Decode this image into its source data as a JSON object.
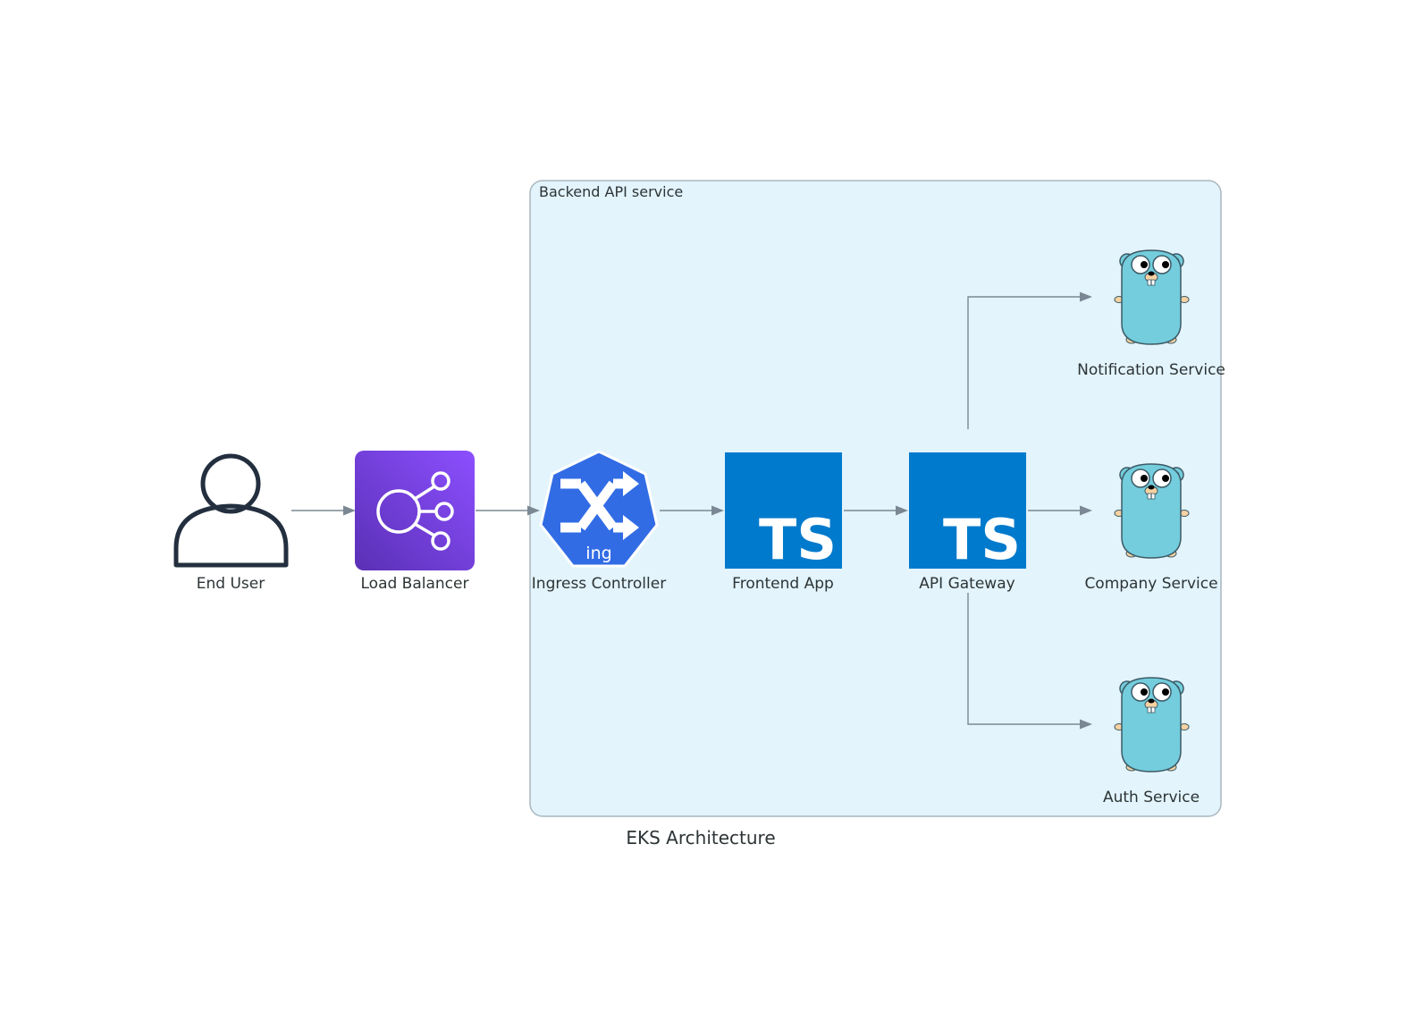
{
  "diagram": {
    "title": "EKS Architecture",
    "cluster": {
      "label": "Backend API service",
      "fill": "#e3f4fc",
      "stroke": "#a9b7bf"
    },
    "nodes": {
      "end_user": {
        "label": "End User",
        "icon": "user-icon"
      },
      "load_balancer": {
        "label": "Load Balancer",
        "icon": "elastic-load-balancing-icon"
      },
      "ingress": {
        "label": "Ingress Controller",
        "icon": "kubernetes-ingress-icon",
        "icon_text": "ing"
      },
      "frontend": {
        "label": "Frontend App",
        "icon": "typescript-icon",
        "icon_text": "TS"
      },
      "api_gateway": {
        "label": "API Gateway",
        "icon": "typescript-icon",
        "icon_text": "TS"
      },
      "notification": {
        "label": "Notification Service",
        "icon": "go-gopher-icon"
      },
      "company": {
        "label": "Company Service",
        "icon": "go-gopher-icon"
      },
      "auth": {
        "label": "Auth Service",
        "icon": "go-gopher-icon"
      }
    },
    "edges": [
      {
        "from": "End User",
        "to": "Load Balancer"
      },
      {
        "from": "Load Balancer",
        "to": "Ingress Controller"
      },
      {
        "from": "Ingress Controller",
        "to": "Frontend App"
      },
      {
        "from": "Frontend App",
        "to": "API Gateway"
      },
      {
        "from": "API Gateway",
        "to": "Notification Service"
      },
      {
        "from": "API Gateway",
        "to": "Company Service"
      },
      {
        "from": "API Gateway",
        "to": "Auth Service"
      }
    ],
    "colors": {
      "typescript": "#007acc",
      "ingress": "#326ce5",
      "load_balancer_top": "#8c4fff",
      "load_balancer_bottom": "#5a30b5",
      "gopher": "#73cddc",
      "user": "#232f3e",
      "edge": "#7b8894"
    }
  }
}
